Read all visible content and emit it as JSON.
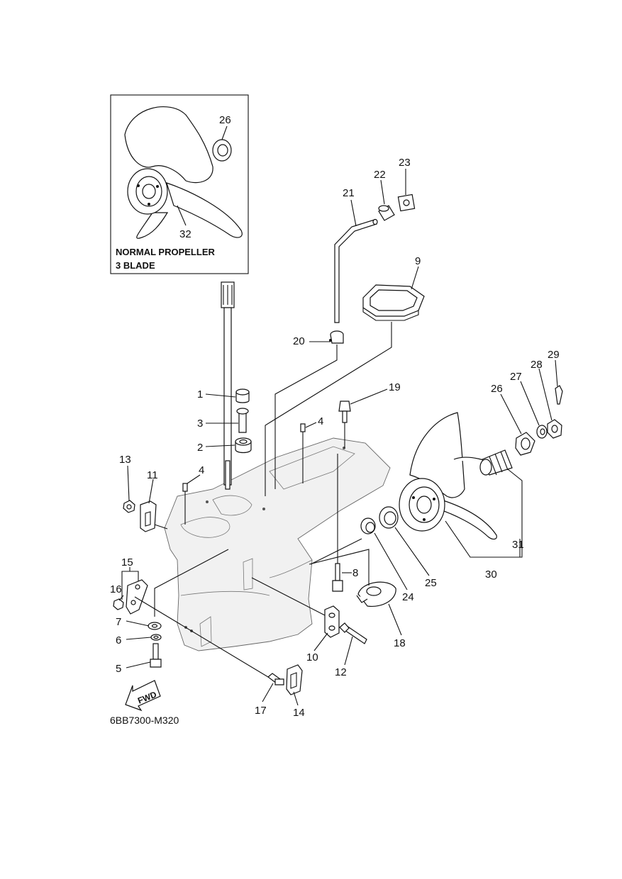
{
  "inset": {
    "caption_line1": "NORMAL PROPELLER",
    "caption_line2": "3 BLADE"
  },
  "drawing_code": "6BB7300-M320",
  "fwd_label": "FWD",
  "callouts": [
    {
      "id": "c1",
      "text": "1"
    },
    {
      "id": "c2",
      "text": "2"
    },
    {
      "id": "c3",
      "text": "3"
    },
    {
      "id": "c4a",
      "text": "4"
    },
    {
      "id": "c4b",
      "text": "4"
    },
    {
      "id": "c5",
      "text": "5"
    },
    {
      "id": "c6",
      "text": "6"
    },
    {
      "id": "c7",
      "text": "7"
    },
    {
      "id": "c8",
      "text": "8"
    },
    {
      "id": "c9",
      "text": "9"
    },
    {
      "id": "c10",
      "text": "10"
    },
    {
      "id": "c11",
      "text": "11"
    },
    {
      "id": "c12",
      "text": "12"
    },
    {
      "id": "c13",
      "text": "13"
    },
    {
      "id": "c14",
      "text": "14"
    },
    {
      "id": "c15",
      "text": "15"
    },
    {
      "id": "c16",
      "text": "16"
    },
    {
      "id": "c17",
      "text": "17"
    },
    {
      "id": "c18",
      "text": "18"
    },
    {
      "id": "c19",
      "text": "19"
    },
    {
      "id": "c20",
      "text": "20"
    },
    {
      "id": "c21",
      "text": "21"
    },
    {
      "id": "c22",
      "text": "22"
    },
    {
      "id": "c23",
      "text": "23"
    },
    {
      "id": "c24",
      "text": "24"
    },
    {
      "id": "c25",
      "text": "25"
    },
    {
      "id": "c26a",
      "text": "26"
    },
    {
      "id": "c26b",
      "text": "26"
    },
    {
      "id": "c27",
      "text": "27"
    },
    {
      "id": "c28",
      "text": "28"
    },
    {
      "id": "c29",
      "text": "29"
    },
    {
      "id": "c30",
      "text": "30"
    },
    {
      "id": "c31",
      "text": "31"
    },
    {
      "id": "c32",
      "text": "32"
    }
  ]
}
